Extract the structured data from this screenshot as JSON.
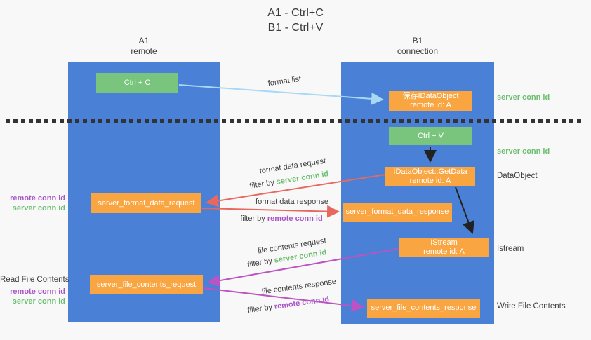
{
  "title": {
    "line1": "A1 - Ctrl+C",
    "line2": "B1 - Ctrl+V"
  },
  "lifelines": {
    "left": {
      "name": "A1",
      "role": "remote"
    },
    "right": {
      "name": "B1",
      "role": "connection"
    }
  },
  "nodes": {
    "ctrl_c": {
      "label": "Ctrl + C"
    },
    "save_dataobject": {
      "line1": "保存IDataObject",
      "line2": "remote id: A"
    },
    "ctrl_v": {
      "label": "Ctrl + V"
    },
    "getdata": {
      "line1": "IDataObject::GetData",
      "line2": "remote id: A"
    },
    "format_request": {
      "label": "server_format_data_request"
    },
    "format_response": {
      "label": "server_format_data_response"
    },
    "istream": {
      "line1": "IStream",
      "line2": "remote id: A"
    },
    "file_request": {
      "label": "server_file_contents_request"
    },
    "file_response": {
      "label": "server_file_contents_response"
    }
  },
  "edge_labels": {
    "format_list": "format list",
    "format_data_request": "format data request",
    "format_data_request_filter_prefix": "filter by ",
    "format_data_request_filter_key": "server conn id",
    "format_data_response": "format data response",
    "format_data_response_filter_prefix": "filter by ",
    "format_data_response_filter_key": "remote conn id",
    "file_contents_request": "file contents request",
    "file_contents_request_filter_prefix": "filter by ",
    "file_contents_request_filter_key": "server conn id",
    "file_contents_response": "file contents response",
    "file_contents_response_filter_prefix": "filter by ",
    "file_contents_response_filter_key": "remote conn id"
  },
  "side_labels": {
    "left": [
      {
        "text": "remote conn id",
        "color": "#a855c8"
      },
      {
        "text": "server conn id",
        "color": "#6cbf70"
      },
      {
        "text": "Read File Contents",
        "color": "#3d3d3d"
      },
      {
        "text": "remote conn id",
        "color": "#a855c8"
      },
      {
        "text": "server conn id",
        "color": "#6cbf70"
      }
    ],
    "right": [
      {
        "text": "server conn id",
        "color": "#6cbf70"
      },
      {
        "text": "server conn id",
        "color": "#6cbf70"
      },
      {
        "text": "DataObject",
        "color": "#3d3d3d"
      },
      {
        "text": "Istream",
        "color": "#3d3d3d"
      },
      {
        "text": "Write File Contents",
        "color": "#3d3d3d"
      }
    ]
  },
  "colors": {
    "lifeline_blue": "#4a80d5",
    "node_green": "#79c57d",
    "node_orange": "#f9a642",
    "arrow_lightblue": "#a7d8f4",
    "arrow_red": "#e8685f",
    "arrow_magenta": "#bd53c3",
    "arrow_black": "#222222",
    "background": "#f8f8f8"
  }
}
